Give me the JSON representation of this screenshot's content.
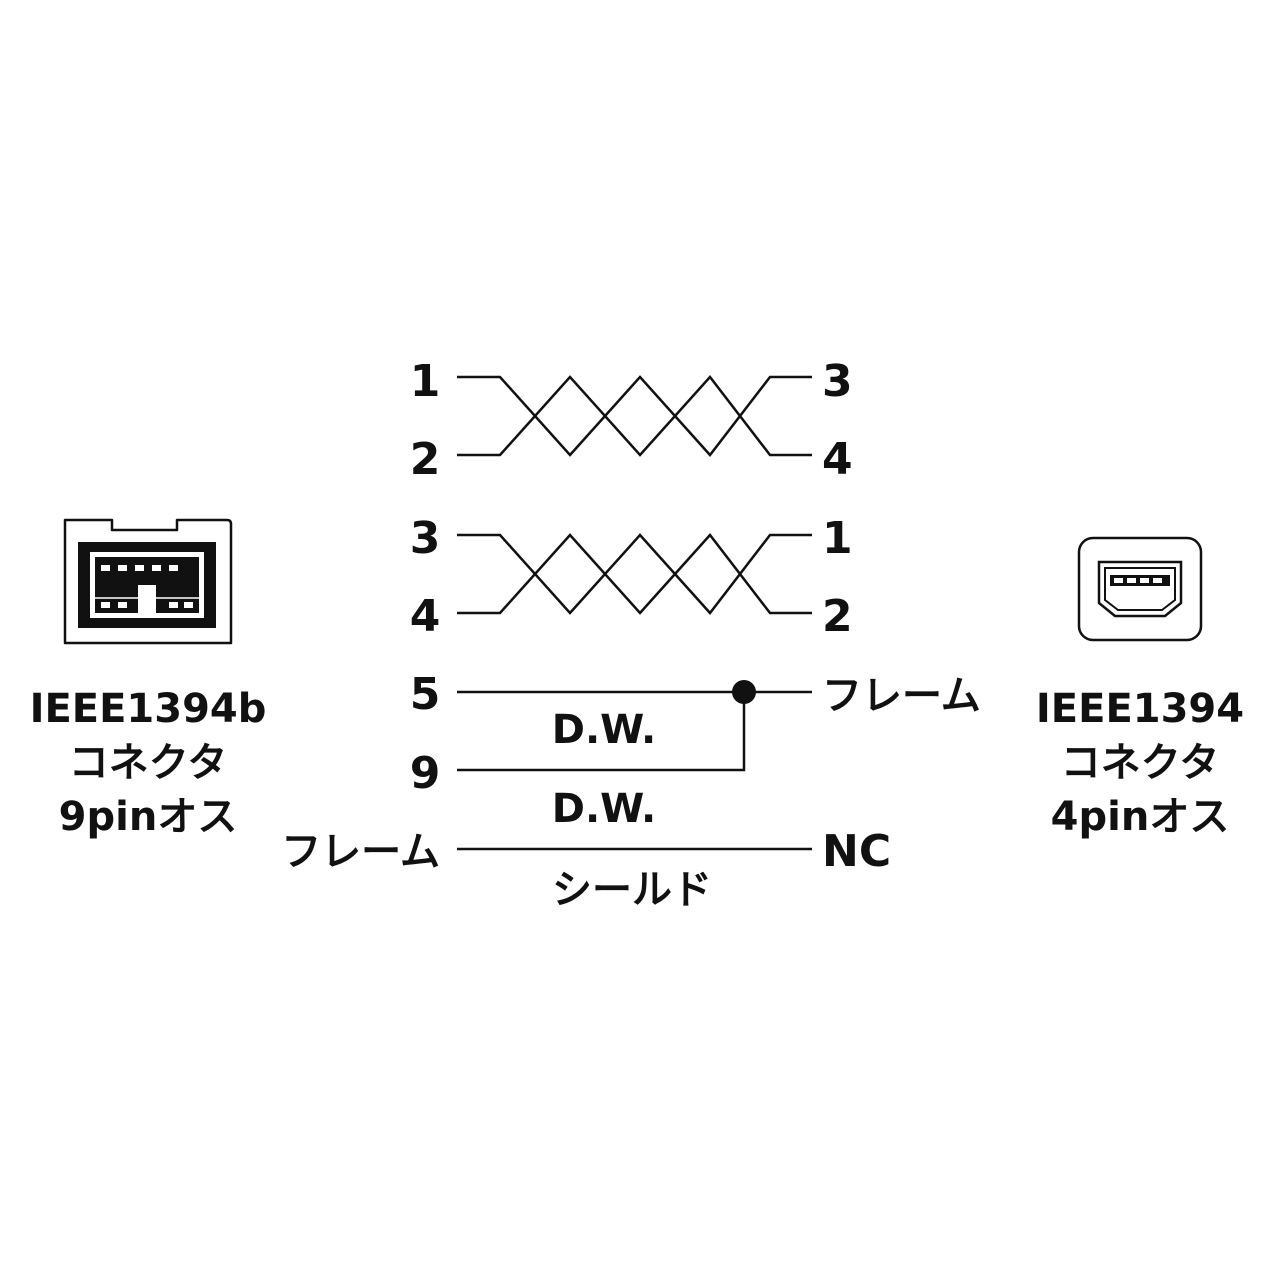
{
  "left_connector": {
    "lines": [
      "IEEE1394b",
      "コネクタ",
      "9pinオス"
    ]
  },
  "right_connector": {
    "lines": [
      "IEEE1394",
      "コネクタ",
      "4pinオス"
    ]
  },
  "left_pins": [
    "1",
    "2",
    "3",
    "4",
    "5",
    "9",
    "フレーム"
  ],
  "right_pins": [
    "3",
    "4",
    "1",
    "2",
    "フレーム",
    "NC"
  ],
  "wire_labels": {
    "dw1": "D.W.",
    "dw2": "D.W.",
    "shield": "シールド"
  },
  "colors": {
    "ink": "#111111",
    "background": "#ffffff"
  },
  "icons": [
    "ieee1394b-9pin-connector-icon",
    "ieee1394-4pin-connector-icon",
    "junction-dot-icon"
  ]
}
